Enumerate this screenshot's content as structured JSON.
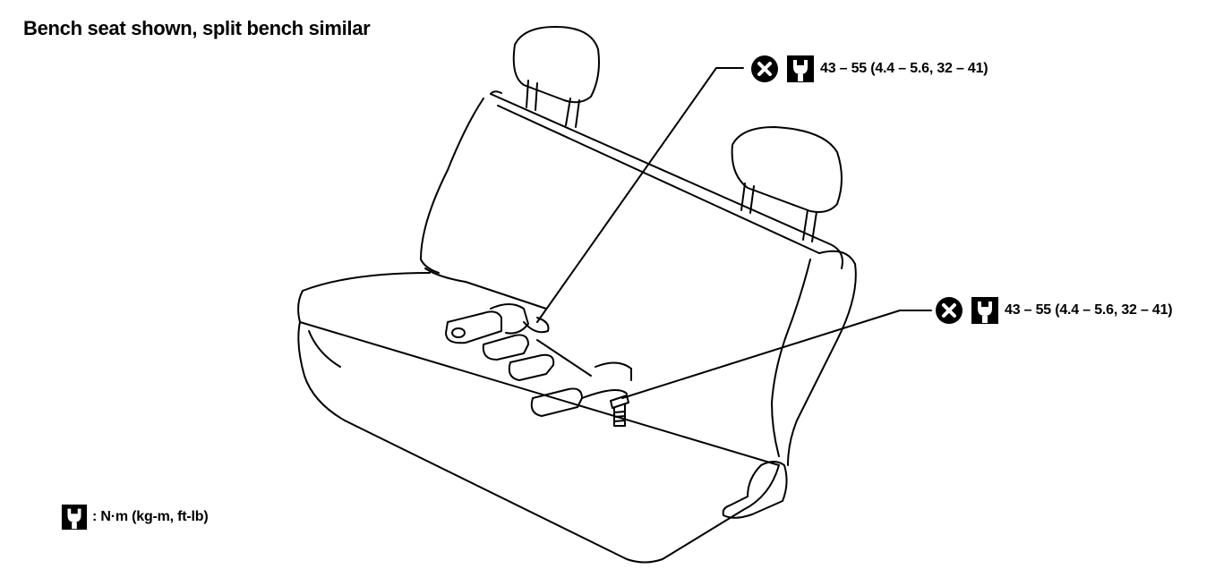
{
  "title": "Bench seat shown, split bench similar",
  "callouts": [
    {
      "spec": "43 – 55 (4.4 – 5.6, 32 – 41)",
      "icons": [
        "do-not-reuse-icon",
        "torque-wrench-icon"
      ]
    },
    {
      "spec": "43 – 55 (4.4 – 5.6, 32 – 41)",
      "icons": [
        "do-not-reuse-icon",
        "torque-wrench-icon"
      ]
    }
  ],
  "legend": {
    "icon": "torque-wrench-icon",
    "text": ": N·m (kg-m, ft-lb)"
  }
}
